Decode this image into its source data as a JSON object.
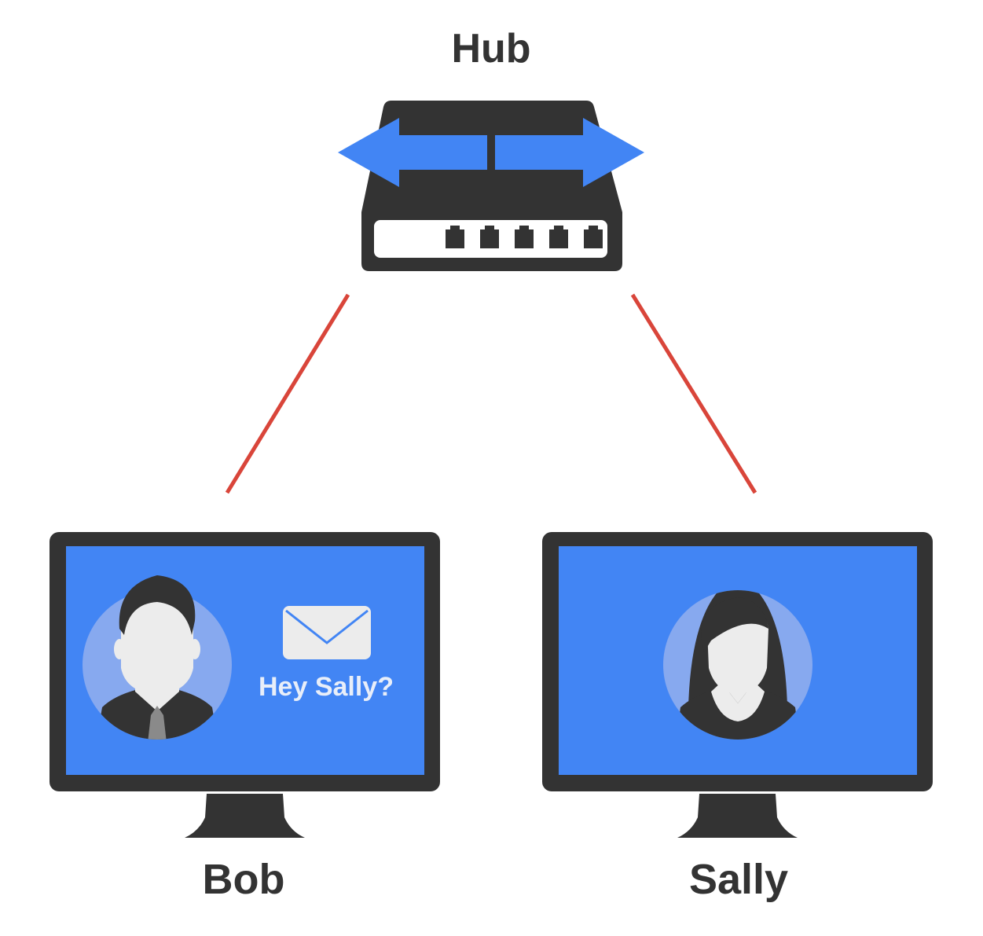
{
  "hub": {
    "label": "Hub",
    "ports": 5,
    "icon": "hub-icon"
  },
  "nodes": [
    {
      "label": "Bob",
      "avatar": "male-avatar-icon"
    },
    {
      "label": "Sally",
      "avatar": "female-avatar-icon"
    }
  ],
  "message": {
    "text": "Hey Sally?",
    "icon": "envelope-icon"
  },
  "colors": {
    "dark": "#333333",
    "screen": "#4285f4",
    "avatar_circle": "#87a9ef",
    "face": "#ececec",
    "link": "#d9453a",
    "arrow": "#4285f4"
  }
}
